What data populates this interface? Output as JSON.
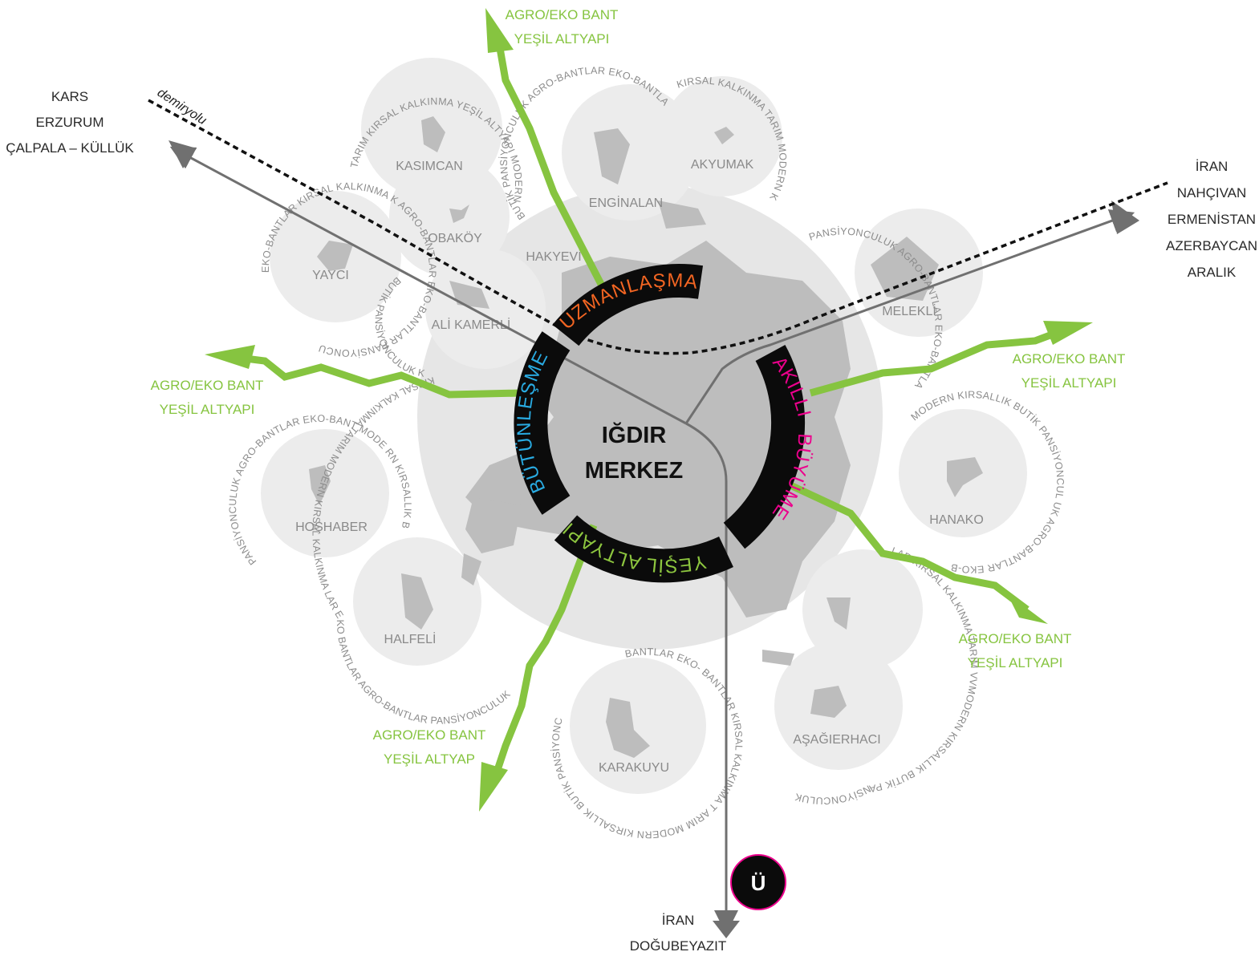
{
  "center": {
    "line1": "IĞDIR",
    "line2": "MERKEZ"
  },
  "ring_words": {
    "uzmanlasma": "UZMANLAŞMA",
    "akilli": "AKILLI",
    "buyume": "BÜYÜME",
    "yesil_altyapi": "YEŞİL ALTYAPI",
    "butunlesme": "BÜTÜNLEŞME"
  },
  "colors": {
    "green": "#86c440",
    "uzmanlasma": "#f26522",
    "akilli_buyume": "#ec008c",
    "yesil_altyapi": "#8dc63f",
    "butunlesme": "#29abe2",
    "ring": "#0b0b0b",
    "big_circle": "#e6e6e6",
    "village_circle": "#ececec",
    "blob": "#bdbdbd",
    "road": "#707070"
  },
  "villages": [
    {
      "name": "KASIMCAN",
      "ring": "TARIM KIRSAL KALKINMA YEŞİL ALTYAPI MODERN KIRSALLIK"
    },
    {
      "name": "OBAKÖY",
      "ring": ""
    },
    {
      "name": "YAYCI",
      "ring": "EKO-BANTLAR KIRSAL KALKINMA K AGRO-BANTLAR EKO-BANTLAR PANSİYONCUL"
    },
    {
      "name": "ALİ KAMERLİ",
      "ring": "BUTİK PANSİYONCULUK KIRSALLIK"
    },
    {
      "name": "ENGİNALAN",
      "ring": "BUTİK PANSİYONCULUK AGRO-BANTLAR EKO-BANTLAR"
    },
    {
      "name": "AKYUMAK",
      "ring": "KIRSAL KALKINMA TARIM MODERN KIRSALLIK BUTİK"
    },
    {
      "name": "HAKYEVİ",
      "ring": ""
    },
    {
      "name": "MELEKLİ",
      "ring": "PANSİYONCULUK AGRO-BANTLAR EKO-BANTLAR KIRSAL KALKINMA TARIM"
    },
    {
      "name": "HANAKO",
      "ring": "MODERN KIRSALLIK BUTİK PANSİYONCUL UK AGRO-BANTLAR EKO-B"
    },
    {
      "name": "HOŞHABER",
      "ring": "PANSİYONCULUK AGRO-BANTLAR EKO-BANT MODE RN KIRSALLIK BUTİK"
    },
    {
      "name": "HALFELİ",
      "ring": "KIRSAL KALKINMA TARIM MODERN KIRSAL KALKINMA LAR EKO BANTLAR AGRO-BANTLAR PANSİYONCULUK"
    },
    {
      "name": "KARAKUYU",
      "ring": "BANTLAR EKO- BANTLAR KIRSAL KALKINMA T ARIM MODERN KIRSALLIK BUTİK PANSİYONCULUK AGRO"
    },
    {
      "name": "AŞAĞIERHACI",
      "ring": "LAR KIRSAL KALKINMA TARIM VVMODERN KIRSALLIK BUTİK PANSİYONCULUK"
    }
  ],
  "green_bands": [
    {
      "line1": "AGRO/EKO BANT",
      "line2": "YEŞİL ALTYAPI"
    },
    {
      "line1": "AGRO/EKO BANT",
      "line2": "YEŞİL ALTYAPI"
    },
    {
      "line1": "AGRO/EKO BANT",
      "line2": "YEŞİL ALTYAPI"
    },
    {
      "line1": "AGRO/EKO BANT",
      "line2": "YEŞİL ALTYAPI"
    },
    {
      "line1": "AGRO/EKO BANT",
      "line2": "YEŞİL ALTYAP"
    }
  ],
  "destinations": {
    "northwest": [
      "KARS",
      "ERZURUM",
      "ÇALPALA – KÜLLÜK"
    ],
    "east": [
      "İRAN",
      "NAHÇIVAN",
      "ERMENİSTAN",
      "AZERBAYCAN",
      "ARALIK"
    ],
    "south": [
      "İRAN",
      "DOĞUBEYAZIT"
    ]
  },
  "railway_label": "demiryolu",
  "badge": "Ü"
}
